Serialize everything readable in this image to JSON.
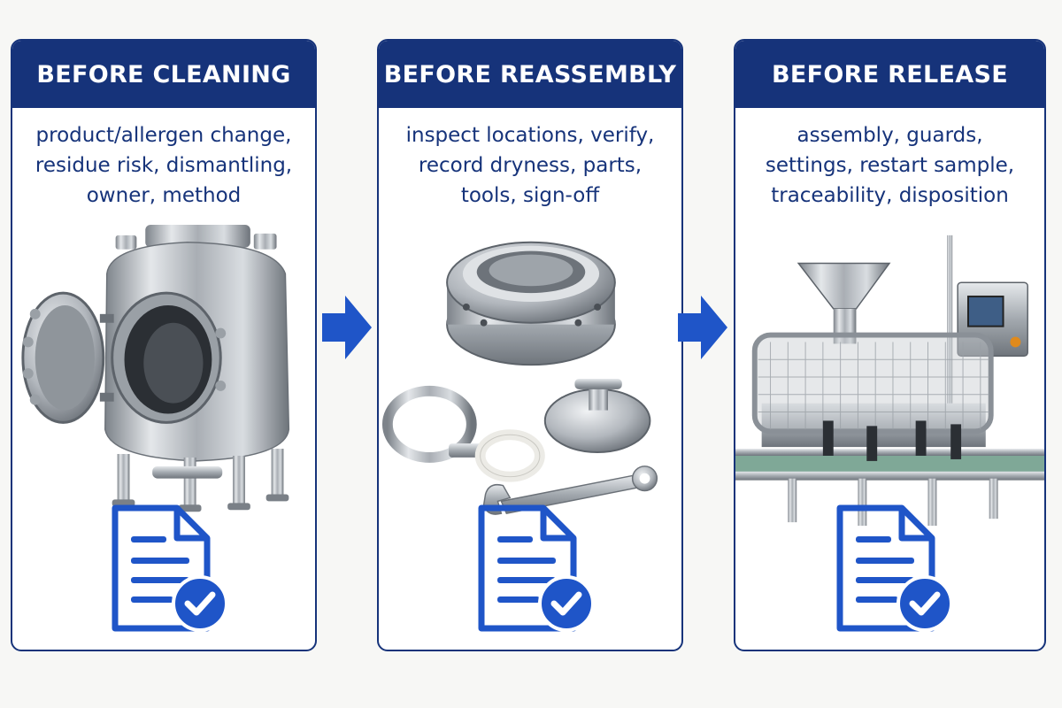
{
  "stages": [
    {
      "title": "BEFORE CLEANING",
      "lines": [
        "product/allergen change,",
        "residue risk, dismantling,",
        "owner, method"
      ]
    },
    {
      "title": "BEFORE REASSEMBLY",
      "lines": [
        "inspect locations, verify,",
        "record dryness, parts,",
        "tools, sign-off"
      ]
    },
    {
      "title": "BEFORE RELEASE",
      "lines": [
        "assembly, guards,",
        "settings, restart sample,",
        "traceability, disposition"
      ]
    }
  ],
  "colors": {
    "navy": "#16337a",
    "blue": "#1f55c8",
    "steel": "#b9bec4"
  },
  "icons": [
    "tank-icon",
    "flange-parts-icon",
    "filling-machine-icon",
    "document-check-icon",
    "arrow-right-icon"
  ]
}
